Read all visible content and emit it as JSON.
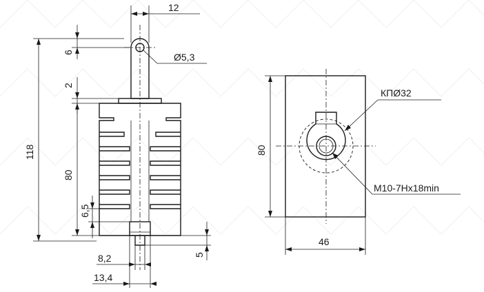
{
  "left_view": {
    "dims": {
      "overall_height": "118",
      "tab_height": "6",
      "stem_height": "2",
      "body_height": "80",
      "fin_gap": "6,5",
      "tab_width": "12",
      "hole_diameter": "Ø5,3",
      "slot_width": "8,2",
      "base_width": "13,4",
      "bottom_offset": "5"
    }
  },
  "right_view": {
    "dims": {
      "height": "80",
      "width": "46",
      "cutout_label": "КПØ32",
      "thread_label": "M10-7Hx18min"
    }
  }
}
